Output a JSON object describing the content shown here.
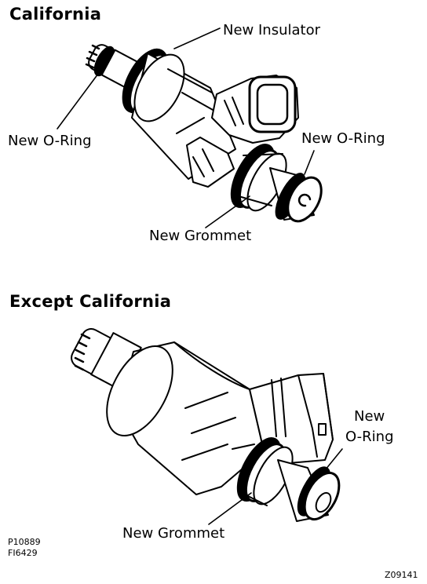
{
  "sections": [
    {
      "title": "California",
      "labels": {
        "insulator": "New Insulator",
        "o_ring_left": "New O-Ring",
        "o_ring_right": "New O-Ring",
        "grommet": "New Grommet"
      }
    },
    {
      "title": "Except California",
      "labels": {
        "o_ring_line1": "New",
        "o_ring_line2": "O-Ring",
        "grommet": "New Grommet"
      }
    }
  ],
  "figure_codes": {
    "line1": "P10889",
    "line2": "FI6429",
    "corner": "Z09141"
  },
  "colors": {
    "ink": "#000000",
    "paper": "#ffffff"
  }
}
